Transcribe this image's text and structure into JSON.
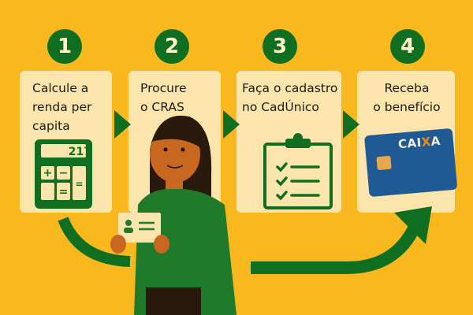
{
  "steps": [
    {
      "number": "1",
      "label": "Calcule a\nrenda per\ncapita"
    },
    {
      "number": "2",
      "label": "Procure\no CRAS"
    },
    {
      "number": "3",
      "label": "Faça o cadastro\nno CadÚnico"
    },
    {
      "number": "4",
      "label": "Receba\no benefício"
    }
  ],
  "calculator": {
    "display": "217"
  },
  "card": {
    "brand_pre": "CAI",
    "brand_x": "X",
    "brand_post": "A"
  },
  "colors": {
    "background": "#f8b81e",
    "green": "#0f6e1f",
    "card": "#fbe5ac",
    "bank_card": "#1f5a94"
  }
}
